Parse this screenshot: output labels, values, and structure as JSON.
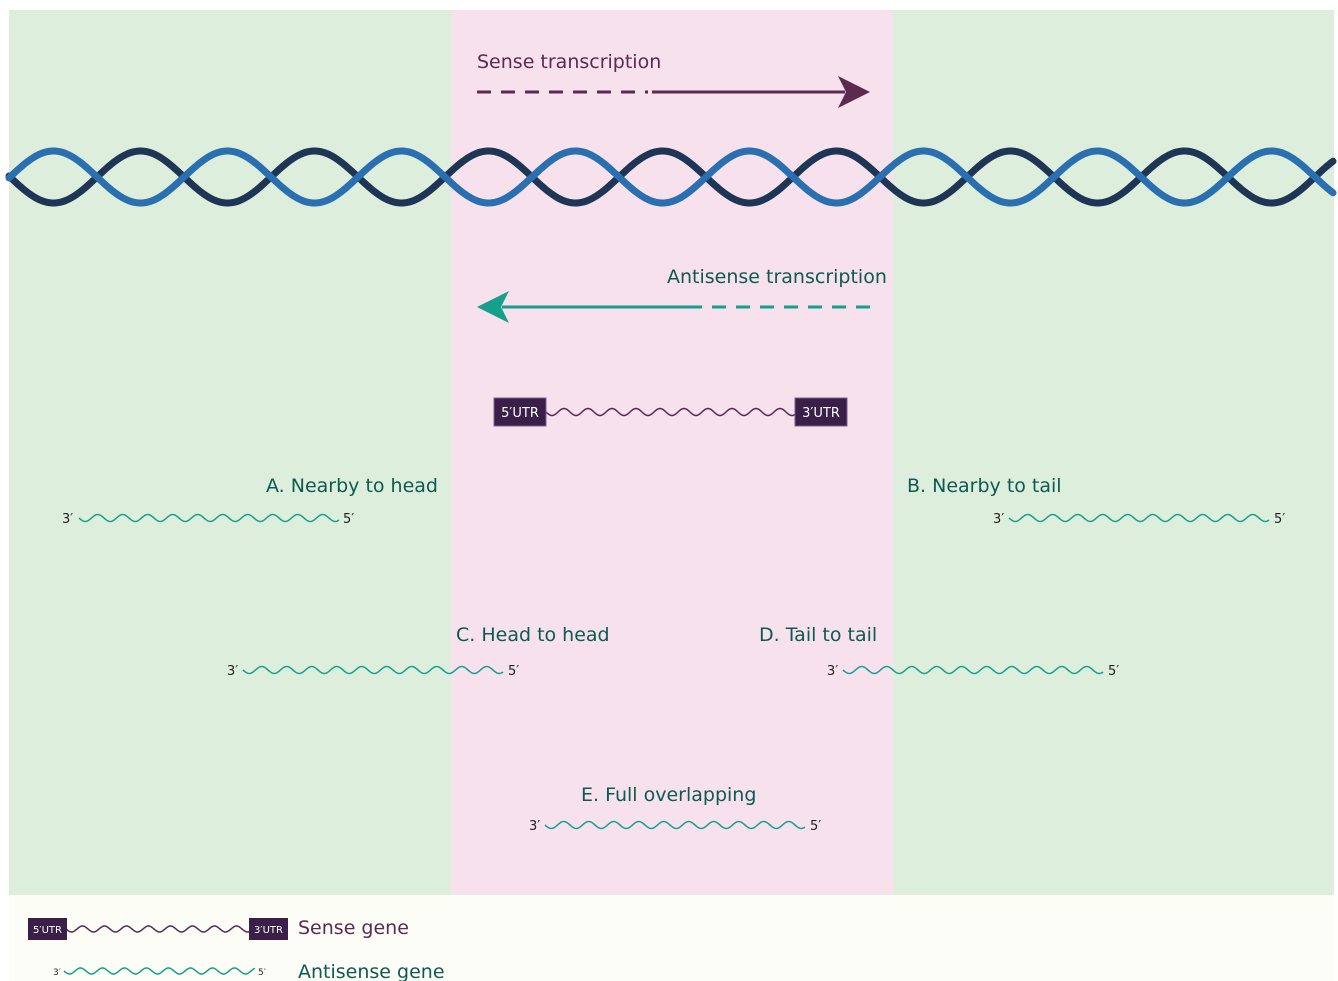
{
  "diagram": {
    "sense_transcription_label": "Sense transcription",
    "antisense_transcription_label": "Antisense transcription",
    "sense_gene": {
      "utr5": "5′UTR",
      "utr3": "3′UTR"
    },
    "cases": [
      {
        "id": "A",
        "label": "A. Nearby to head",
        "end3": "3′",
        "end5": "5′"
      },
      {
        "id": "B",
        "label": "B. Nearby to tail",
        "end3": "3′",
        "end5": "5′"
      },
      {
        "id": "C",
        "label": "C. Head to head",
        "end3": "3′",
        "end5": "5′"
      },
      {
        "id": "D",
        "label": "D. Tail to tail",
        "end3": "3′",
        "end5": "5′"
      },
      {
        "id": "E",
        "label": "E. Full overlapping",
        "end3": "3′",
        "end5": "5′"
      }
    ]
  },
  "legend": {
    "sense": {
      "utr5": "5′UTR",
      "utr3": "3′UTR",
      "label": "Sense gene"
    },
    "antisense": {
      "end3": "3′",
      "end5": "5′",
      "label": "Antisense gene"
    }
  },
  "colors": {
    "outer_region": "#deeedd",
    "gene_region": "#f6e1ed",
    "legend_bg": "#fdfdf8",
    "sense": "#5b2a4e",
    "antisense": "#15a08e",
    "utr_box": "#3a1f48",
    "helix_dark": "#1f3556",
    "helix_light": "#2a6fb0"
  },
  "icons": [
    "dna-helix-icon",
    "sense-arrow-icon",
    "antisense-arrow-icon"
  ]
}
